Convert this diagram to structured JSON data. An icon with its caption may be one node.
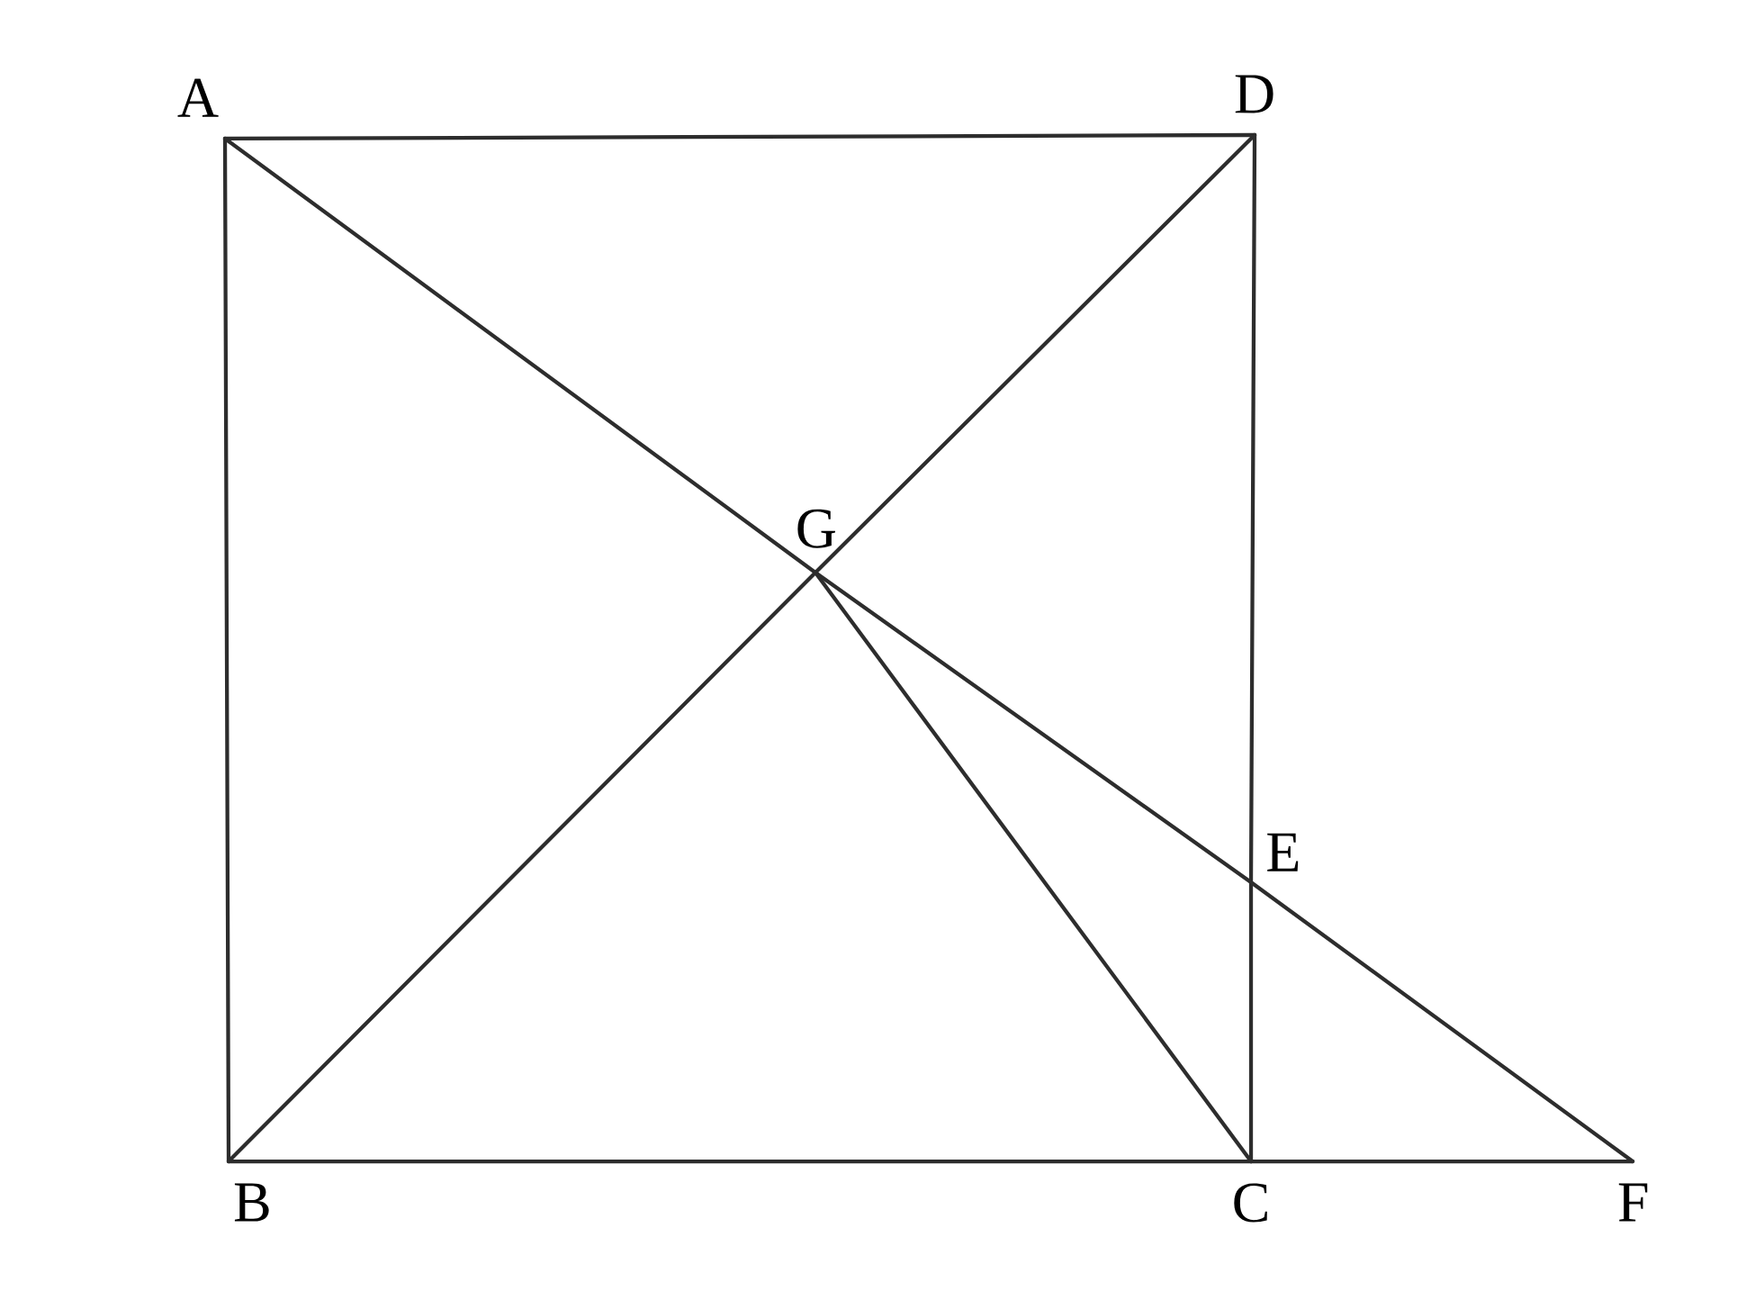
{
  "diagram": {
    "nodes": [
      {
        "text": [
          "A"
        ]
      },
      {
        "text": [
          "B"
        ]
      },
      {
        "text": [
          "C"
        ]
      },
      {
        "text": [
          "D"
        ]
      },
      {
        "text": [
          "E"
        ]
      },
      {
        "text": [
          "F"
        ]
      },
      {
        "text": [
          "G"
        ]
      }
    ],
    "edges": [
      {
        "from": 0,
        "to": 3,
        "arrow": "none"
      },
      {
        "from": 0,
        "to": 1,
        "arrow": "none"
      },
      {
        "from": 1,
        "to": 2,
        "arrow": "none"
      },
      {
        "from": 2,
        "to": 5,
        "arrow": "none"
      },
      {
        "from": 3,
        "to": 4,
        "arrow": "none"
      },
      {
        "from": 4,
        "to": 2,
        "arrow": "none"
      },
      {
        "from": 0,
        "to": 6,
        "arrow": "none"
      },
      {
        "from": 6,
        "to": 4,
        "arrow": "none"
      },
      {
        "from": 4,
        "to": 5,
        "arrow": "none"
      },
      {
        "from": 1,
        "to": 6,
        "arrow": "none"
      },
      {
        "from": 6,
        "to": 3,
        "arrow": "none"
      },
      {
        "from": 6,
        "to": 2,
        "arrow": "none"
      }
    ]
  }
}
